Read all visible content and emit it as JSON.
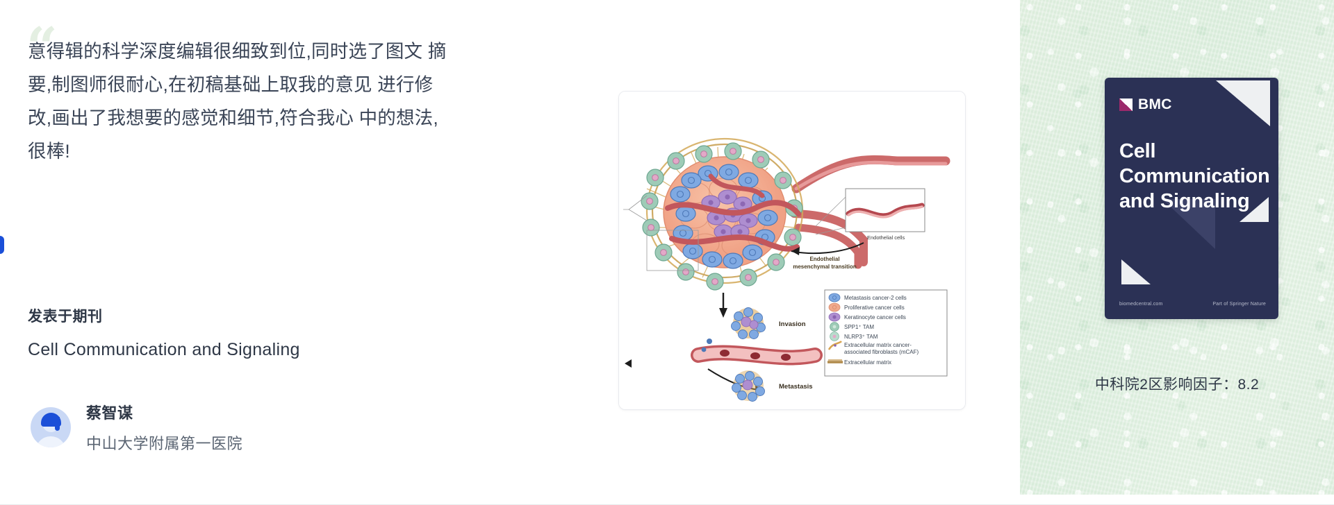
{
  "testimonial": {
    "quote_icon": "quote-mark",
    "text": "意得辑的科学深度编辑很细致到位,同时选了图文 摘\n要,制图师很耐心,在初稿基础上取我的意见 进行修\n改,画出了我想要的感觉和细节,符合我心 中的想法,\n很棒!",
    "journal_label": "发表于期刊",
    "journal_name": "Cell Communication and Signaling",
    "author": {
      "name": "蔡智谋",
      "organization": "中山大学附属第一医院",
      "avatar_icon": "user-avatar-icon"
    }
  },
  "figure": {
    "labels": {
      "emt": "Endothelial\nmesenchymal transition",
      "endothelial_cells": "Endothelial cells",
      "invasion": "Invasion",
      "metastasis": "Metastasis"
    },
    "legend": [
      {
        "marker": "metastasis-cancer-2-cell-icon",
        "label": "Metastasis cancer-2 cells",
        "color": "#7aa8e0"
      },
      {
        "marker": "proliferative-cancer-cell-icon",
        "label": "Proliferative  cancer  cells",
        "color": "#f0a98c"
      },
      {
        "marker": "keratinocyte-cancer-cell-icon",
        "label": "Keratinocyte cancer cells",
        "color": "#a98ccb"
      },
      {
        "marker": "spp1-tam-icon",
        "label": "SPP1⁺ TAM",
        "color": "#8fc0ae"
      },
      {
        "marker": "nlrp3-tam-icon",
        "label": "NLRP3⁺ TAM",
        "color": "#a8cfc2"
      },
      {
        "marker": "mcaf-icon",
        "label": "Extracellular matrix cancer-\nassociated fibroblasts (mCAF)",
        "color": "#d8a847"
      },
      {
        "marker": "extracellular-matrix-icon",
        "label": "Extracellular matrix",
        "color": "#b08a4a"
      }
    ]
  },
  "journal_cover": {
    "publisher": "BMC",
    "title": "Cell\nCommunication\nand Signaling",
    "footer_left": "biomedcentral.com",
    "footer_right": "Part of Springer Nature",
    "impact_text": "中科院2区影响因子：8.2"
  },
  "colors": {
    "text_primary": "#2e3746",
    "text_secondary": "#5a6472",
    "quote_mark": "#e4efe2",
    "cover_navy": "#2b3155",
    "accent_blue": "#1b4fd8",
    "panel_green": "#dceddd"
  }
}
